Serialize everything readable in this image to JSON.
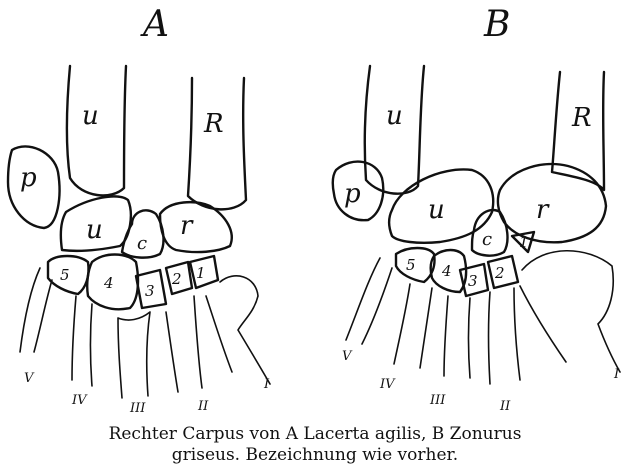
{
  "panels": {
    "A": {
      "letter": "A",
      "labels": {
        "ulna": "u",
        "radius": "R",
        "pisiform": "p",
        "ulnare": "u",
        "centrale": "c",
        "radiale": "r",
        "carpal_5": "5",
        "carpal_4": "4",
        "carpal_3": "3",
        "carpal_2": "2",
        "carpal_1": "1"
      },
      "metacarpals": {
        "V": "V",
        "IV": "IV",
        "III": "III",
        "II": "II",
        "I": "I"
      }
    },
    "B": {
      "letter": "B",
      "labels": {
        "ulna": "u",
        "radius": "R",
        "pisiform": "p",
        "ulnare": "u",
        "centrale": "c",
        "radiale": "r",
        "carpal_5": "5",
        "carpal_4": "4",
        "carpal_3": "3",
        "carpal_2": "2",
        "carpal_1": "1"
      },
      "metacarpals": {
        "V": "V",
        "IV": "IV",
        "III": "III",
        "II": "II",
        "I": "I"
      }
    }
  },
  "caption": {
    "line1": "Rechter Carpus von A Lacerta agilis, B Zonurus",
    "line2": "griseus. Bezeichnung wie vorher."
  }
}
